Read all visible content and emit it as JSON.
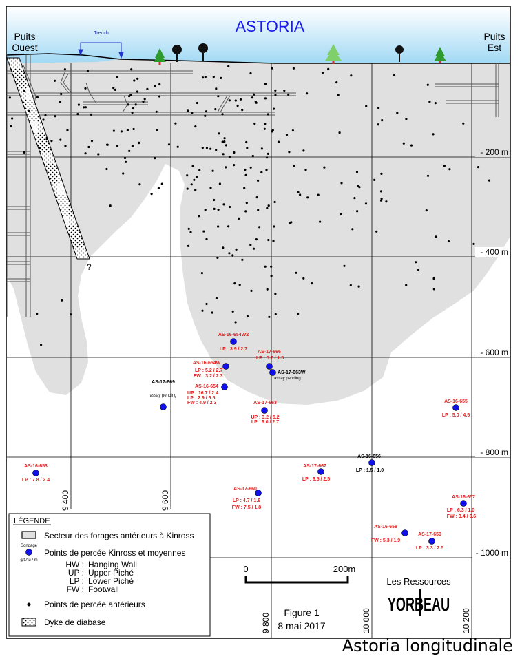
{
  "header": {
    "title": "ASTORIA",
    "shaft_west_line1": "Puits",
    "shaft_west_line2": "Ouest",
    "shaft_east_line1": "Puits",
    "shaft_east_line2": "Est",
    "trench_label": "Trench"
  },
  "depth_labels": [
    {
      "label": "- 200 m"
    },
    {
      "label": "- 400 m"
    },
    {
      "label": "- 600 m"
    },
    {
      "label": "- 800 m"
    },
    {
      "label": "- 1000 m"
    }
  ],
  "easting_labels": [
    {
      "label": "9 400"
    },
    {
      "label": "9 600"
    },
    {
      "label": "9 800"
    },
    {
      "label": "10 000"
    },
    {
      "label": "10 200"
    }
  ],
  "dyke_question": "?",
  "holes": [
    {
      "id": "AS-16-654W2",
      "lines": [
        "LP : 3.9 / 2.7"
      ],
      "color": "#e02020"
    },
    {
      "id": "AS-17-666",
      "lines": [
        "LP : 5.7 / 1.5"
      ],
      "color": "#e02020"
    },
    {
      "id": "AS-17-663W",
      "lines": [
        "assay pending"
      ],
      "color": "#000000"
    },
    {
      "id": "AS-16-654W",
      "lines": [
        "LP : 5.2 / 2.7",
        "FW : 3.2 / 2.3"
      ],
      "color": "#e02020"
    },
    {
      "id": "AS-17-669",
      "lines": [
        "assay pending"
      ],
      "color": "#000000"
    },
    {
      "id": "AS-16-654",
      "lines": [
        "UP : 16.7 / 2.4",
        "LP : 2.9 / 6.5",
        "FW : 4.9 / 2.3"
      ],
      "color": "#e02020"
    },
    {
      "id": "AS-17-663",
      "lines": [
        "UP : 3.2 / 5.2",
        "LP : 6.0 / 2.7"
      ],
      "color": "#e02020"
    },
    {
      "id": "AS-16-655",
      "lines": [
        "LP : 5.0 / 4.5"
      ],
      "color": "#e02020"
    },
    {
      "id": "AS-16-656",
      "lines": [
        "LP : 1.5 / 1.0"
      ],
      "color": "#000000"
    },
    {
      "id": "AS-16-653",
      "lines": [
        "LP : 7.8 / 2.4"
      ],
      "color": "#e02020"
    },
    {
      "id": "AS-17-667",
      "lines": [
        "LP : 6.5 / 2.5"
      ],
      "color": "#e02020"
    },
    {
      "id": "AS-17-660",
      "lines": [
        "LP : 4.7 / 1.6",
        "FW : 7.5 / 1.8"
      ],
      "color": "#e02020"
    },
    {
      "id": "AS-16-657",
      "lines": [
        "LP : 6.3 / 1.0",
        "FW : 3.4 / 6.6"
      ],
      "color": "#e02020"
    },
    {
      "id": "AS-16-658",
      "lines": [
        "FW : 5.3 / 1.9"
      ],
      "color": "#e02020"
    },
    {
      "id": "AS-17-659",
      "lines": [
        "LP : 3.3 / 2.5"
      ],
      "color": "#e02020"
    }
  ],
  "legend": {
    "title": "LÉGENDE",
    "kinross_sector": "Secteur des forages antérieurs à Kinross",
    "sondage_label": "Sondage",
    "gt_label": "g/t Au / m",
    "kinross_points": "Points de percée Kinross et moyennes",
    "abbreviations": [
      {
        "code": "HW :",
        "name": "Hanging Wall"
      },
      {
        "code": "UP :",
        "name": "Upper Piché"
      },
      {
        "code": "LP :",
        "name": "Lower Piché"
      },
      {
        "code": "FW :",
        "name": "Footwall"
      }
    ],
    "previous_points": "Points de percée antérieurs",
    "dyke": "Dyke de diabase"
  },
  "scale": {
    "zero": "0",
    "end": "200m"
  },
  "figure": {
    "line1": "Figure 1",
    "line2": "8 mai 2017"
  },
  "logo": {
    "line1": "Les Ressources",
    "line2": "YORBEAU"
  },
  "bottom_title": "Astoria longitudinale",
  "colors": {
    "sky": "#a8dcf5",
    "kinross_area": "#e0e0e0",
    "hole_dot": "#1010e8",
    "red_text": "#e02020",
    "title_blue": "#1a1aee",
    "tree_green": "#2e9a2e"
  }
}
